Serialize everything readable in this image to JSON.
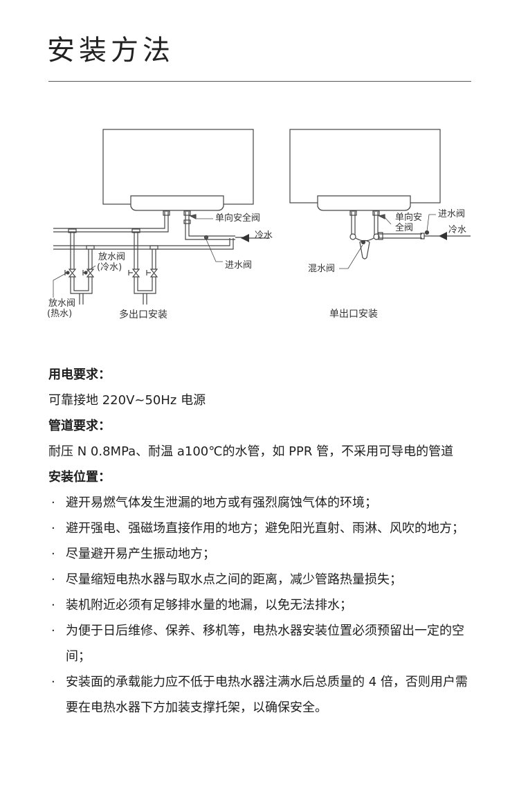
{
  "title": "安装方法",
  "diagrams": {
    "multi": {
      "caption": "多出口安装",
      "labels": {
        "check_valve": "单向安全阀",
        "cold_water": "冷水",
        "inlet_valve": "进水阀",
        "drain_cold_1": "放水阀",
        "drain_cold_2": "(冷水)",
        "drain_hot_1": "放水阀",
        "drain_hot_2": "(热水)"
      }
    },
    "single": {
      "caption": "单出口安装",
      "labels": {
        "check_valve_1": "单向安",
        "check_valve_2": "全阀",
        "inlet_valve": "进水阀",
        "cold_water": "冷水",
        "mixing_valve": "混水阀"
      }
    }
  },
  "sections": {
    "power": {
      "heading": "用电要求：",
      "text": "可靠接地 220V~50Hz 电源"
    },
    "pipe": {
      "heading": "管道要求：",
      "text": "耐压 N 0.8MPa、耐温 a100℃的水管，如 PPR 管，不采用可导电的管道"
    },
    "location": {
      "heading": "安装位置：",
      "bullet": "·",
      "items": [
        "避开易燃气体发生泄漏的地方或有强烈腐蚀气体的环境；",
        "避开强电、强磁场直接作用的地方；避免阳光直射、雨淋、风吹的地方；",
        "尽量避开易产生振动地方；",
        "尽量缩短电热水器与取水点之间的距离，减少管路热量损失；",
        "装机附近必须有足够排水量的地漏，以免无法排水；",
        "为便于日后维修、保养、移机等，电热水器安装位置必须预留出一定的空间；",
        "安装面的承载能力应不低于电热水器注满水后总质量的 4 倍，否则用户需要在电热水器下方加装支撑托架，以确保安全。"
      ]
    }
  }
}
